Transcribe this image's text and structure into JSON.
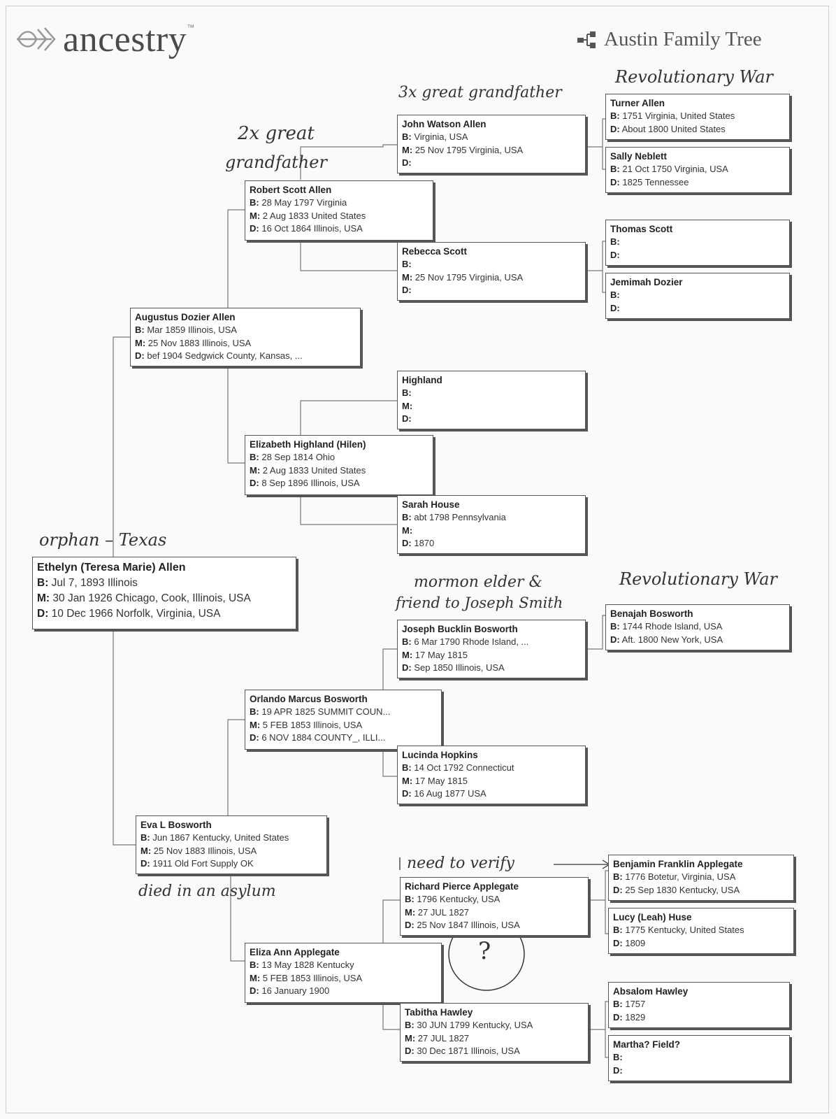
{
  "header": {
    "logo_text": "ancestry",
    "logo_tm": "™",
    "tree_title": "Austin Family Tree"
  },
  "labels": {
    "birth": "B:",
    "marriage": "M:",
    "death": "D:"
  },
  "people": {
    "ethelyn": {
      "name": "Ethelyn (Teresa Marie) Allen",
      "b": "Jul 7, 1893 Illinois",
      "m": "30 Jan 1926 Chicago, Cook, Illinois, USA",
      "d": "10 Dec 1966 Norfolk, Virginia, USA"
    },
    "augustus": {
      "name": "Augustus Dozier Allen",
      "b": "Mar 1859 Illinois, USA",
      "m": "25 Nov 1883 Illinois, USA",
      "d": "bef 1904 Sedgwick County, Kansas, ..."
    },
    "eva": {
      "name": "Eva L Bosworth",
      "b": "Jun 1867 Kentucky, United States",
      "m": "25 Nov 1883 Illinois, USA",
      "d": "1911 Old Fort Supply OK"
    },
    "robert": {
      "name": "Robert Scott Allen",
      "b": "28 May 1797 Virginia",
      "m": "2 Aug 1833 United States",
      "d": "16 Oct 1864 Illinois, USA"
    },
    "elizabeth": {
      "name": "Elizabeth Highland (Hilen)",
      "b": "28 Sep 1814 Ohio",
      "m": "2 Aug 1833 United States",
      "d": "8 Sep 1896 Illinois, USA"
    },
    "orlando": {
      "name": "Orlando Marcus Bosworth",
      "b": "19 APR 1825 SUMMIT COUN...",
      "m": "5 FEB 1853 Illinois, USA",
      "d": "6 NOV 1884 COUNTY_, ILLI..."
    },
    "eliza": {
      "name": "Eliza Ann Applegate",
      "b": "13 May 1828 Kentucky",
      "m": "5 FEB 1853 Illinois, USA",
      "d": "16 January 1900"
    },
    "john": {
      "name": "John Watson Allen",
      "b": "Virginia, USA",
      "m": "25 Nov 1795 Virginia, USA",
      "d": ""
    },
    "rebecca": {
      "name": "Rebecca Scott",
      "b": "",
      "m": "25 Nov 1795 Virginia, USA",
      "d": ""
    },
    "highland": {
      "name": "Highland",
      "b": "",
      "m": "",
      "d": ""
    },
    "sarah": {
      "name": "Sarah House",
      "b": "abt 1798 Pennsylvania",
      "m": "",
      "d": "1870"
    },
    "joseph": {
      "name": "Joseph Bucklin Bosworth",
      "b": "6 Mar 1790 Rhode Island, ...",
      "m": "17 May 1815",
      "d": "Sep 1850 Illinois, USA"
    },
    "lucinda": {
      "name": "Lucinda Hopkins",
      "b": "14 Oct 1792 Connecticut",
      "m": "17 May 1815",
      "d": "16 Aug 1877 USA"
    },
    "richard": {
      "name": "Richard Pierce Applegate",
      "b": "1796 Kentucky, USA",
      "m": "27 JUL 1827",
      "d": "25 Nov 1847 Illinois, USA"
    },
    "tabitha": {
      "name": "Tabitha Hawley",
      "b": "30 JUN 1799 Kentucky, USA",
      "m": "27 JUL 1827",
      "d": "30 Dec 1871 Illinois, USA"
    },
    "turner": {
      "name": "Turner Allen",
      "b": "1751 Virginia, United States",
      "d": "About 1800 United States"
    },
    "sally": {
      "name": "Sally Neblett",
      "b": "21 Oct 1750 Virginia, USA",
      "d": "1825 Tennessee"
    },
    "thomas": {
      "name": "Thomas Scott",
      "b": "",
      "d": ""
    },
    "jemimah": {
      "name": "Jemimah Dozier",
      "b": "",
      "d": ""
    },
    "benajah": {
      "name": "Benajah Bosworth",
      "b": "1744 Rhode Island, USA",
      "d": "Aft. 1800 New York, USA"
    },
    "benjamin": {
      "name": "Benjamin Franklin Applegate",
      "b": "1776 Botetur, Virginia, USA",
      "d": "25 Sep 1830 Kentucky, USA"
    },
    "lucy": {
      "name": "Lucy (Leah) Huse",
      "b": "1775 Kentucky, United States",
      "d": "1809"
    },
    "absalom": {
      "name": "Absalom Hawley",
      "b": "1757",
      "d": "1829"
    },
    "martha": {
      "name": "Martha? Field?",
      "b": "",
      "d": ""
    }
  },
  "notes": {
    "three_x": "3x great grandfather",
    "rev_war_top": "Revolutionary War",
    "two_x_line1": "2x great",
    "two_x_line2": "grandfather",
    "orphan": "orphan – Texas",
    "mormon_line1": "mormon elder &",
    "mormon_line2": "friend to Joseph Smith",
    "rev_war_mid": "Revolutionary War",
    "verify": "need to verify",
    "asylum": "died in an asylum",
    "question": "?"
  }
}
